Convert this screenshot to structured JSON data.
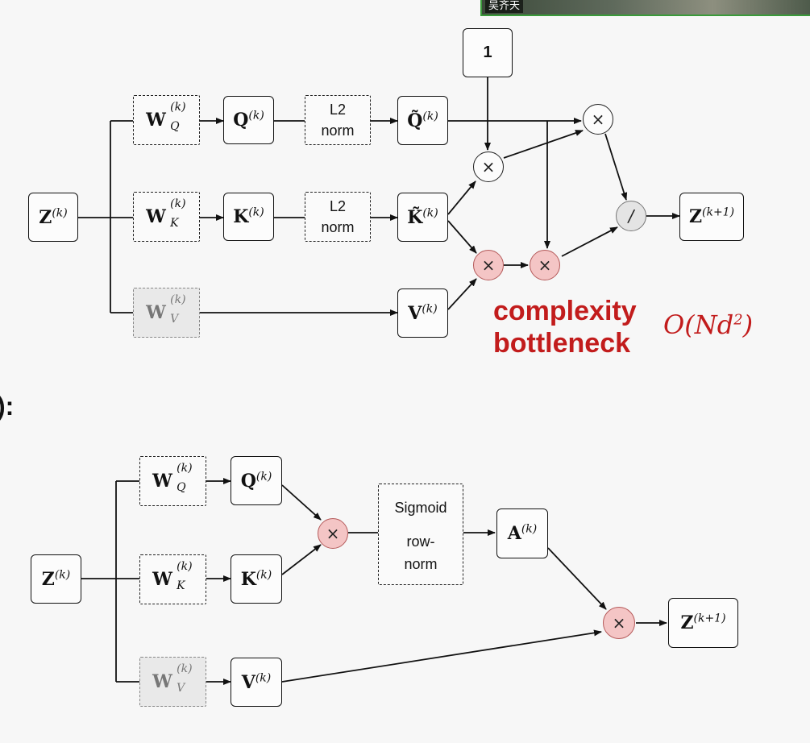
{
  "top_diagram": {
    "input": {
      "base": "Z",
      "sup": "(k)"
    },
    "wq": {
      "base": "W",
      "sup": "(k)",
      "sub": "Q"
    },
    "wk": {
      "base": "W",
      "sup": "(k)",
      "sub": "K"
    },
    "wv": {
      "base": "W",
      "sup": "(k)",
      "sub": "V"
    },
    "q": {
      "base": "Q",
      "sup": "(k)"
    },
    "k": {
      "base": "K",
      "sup": "(k)"
    },
    "v": {
      "base": "V",
      "sup": "(k)"
    },
    "norm_q": [
      "L2",
      "norm"
    ],
    "norm_k": [
      "L2",
      "norm"
    ],
    "q_tilde": {
      "base": "Q̃",
      "sup": "(k)"
    },
    "k_tilde": {
      "base": "K̃",
      "sup": "(k)"
    },
    "one_box": "1",
    "mult_symbol": "×",
    "div_symbol": "/",
    "output": {
      "base": "Z",
      "sup": "(k+1)"
    },
    "annotation_lines": [
      "complexity",
      "bottleneck"
    ],
    "complexity": {
      "text": "O(Nd",
      "sup": "2",
      "close": ")"
    }
  },
  "section_marker": "):",
  "bottom_diagram": {
    "input": {
      "base": "Z",
      "sup": "(k)"
    },
    "wq": {
      "base": "W",
      "sup": "(k)",
      "sub": "Q"
    },
    "wk": {
      "base": "W",
      "sup": "(k)",
      "sub": "K"
    },
    "wv": {
      "base": "W",
      "sup": "(k)",
      "sub": "V"
    },
    "q": {
      "base": "Q",
      "sup": "(k)"
    },
    "k": {
      "base": "K",
      "sup": "(k)"
    },
    "v": {
      "base": "V",
      "sup": "(k)"
    },
    "sigmoid_box": [
      "Sigmoid",
      "row-",
      "norm"
    ],
    "a": {
      "base": "A",
      "sup": "(k)"
    },
    "mult_symbol": "×",
    "output": {
      "base": "Z",
      "sup": "(k+1)"
    }
  },
  "webcam": {
    "name_label": "吴齐天"
  },
  "colors": {
    "accent_red": "#c21c1c",
    "mult_fill_red": "#f4c5c5",
    "grey_box": "#e9e9e9"
  }
}
